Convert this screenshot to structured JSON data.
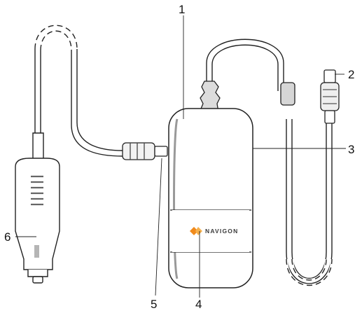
{
  "figure": {
    "callouts": [
      {
        "id": "1",
        "label": "1"
      },
      {
        "id": "2",
        "label": "2"
      },
      {
        "id": "3",
        "label": "3"
      },
      {
        "id": "4",
        "label": "4"
      },
      {
        "id": "5",
        "label": "5"
      },
      {
        "id": "6",
        "label": "6"
      }
    ],
    "logo_text": "NAVIGON",
    "colors": {
      "line": "#222222",
      "body_fill": "#ffffff",
      "shading": "#9a9a9a",
      "logo_orange": "#f08a1c"
    }
  }
}
